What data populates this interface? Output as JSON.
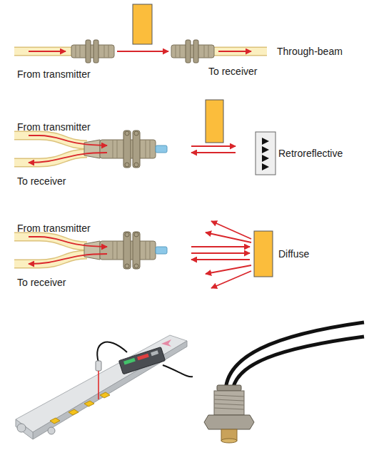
{
  "diagram": {
    "labels": [
      "From transmitter",
      "To receiver",
      "Through-beam",
      "From transmitter",
      "To receiver",
      "Retroreflective",
      "From transmitter",
      "To receiver",
      "Diffuse"
    ]
  }
}
